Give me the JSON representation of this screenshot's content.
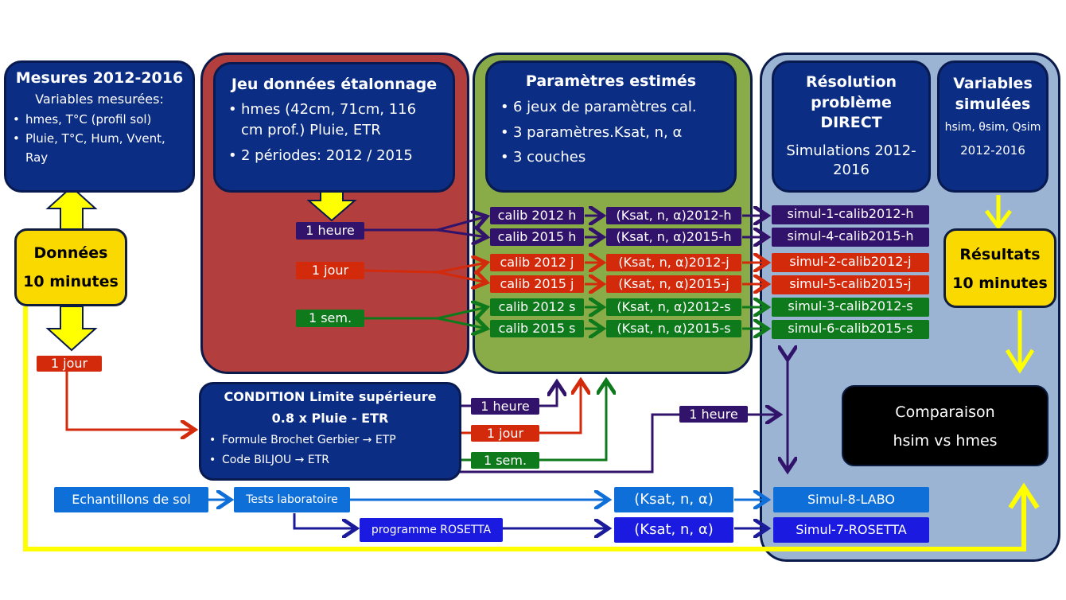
{
  "mesures": {
    "title": "Mesures 2012-2016",
    "subtitle": "Variables mesurées:",
    "bullets": [
      "hmes, T°C (profil sol)",
      "Pluie, T°C, Hum, Vvent, Ray"
    ]
  },
  "donnees": {
    "line1": "Données",
    "line2": "10 minutes"
  },
  "jour_label_left": "1 jour",
  "etalonnage": {
    "title": "Jeu  données étalonnage",
    "bullets": [
      "hmes (42cm, 71cm, 116 cm prof.) Pluie, ETR",
      "2 périodes: 2012 / 2015"
    ],
    "steps": [
      "1 heure",
      "1 jour",
      "1 sem."
    ]
  },
  "parametres": {
    "title": "Paramètres estimés",
    "bullets": [
      "6 jeux de paramètres cal.",
      "3 paramètres.Ksat, n, α",
      "3 couches"
    ],
    "calib": [
      "calib 2012 h",
      "calib 2015 h",
      "calib 2012 j",
      "calib 2015 j",
      "calib 2012 s",
      "calib 2015 s"
    ],
    "params": [
      "(Ksat, n, α)2012-h",
      "(Ksat, n, α)2015-h",
      "(Ksat, n, α)2012-j",
      "(Ksat, n, α)2015-j",
      "(Ksat, n, α)2012-s",
      "(Ksat, n, α)2015-s"
    ]
  },
  "resolution": {
    "title": "Résolution problème DIRECT",
    "subtitle": "Simulations 2012-2016",
    "simuls": [
      "simul-1-calib2012-h",
      "simul-4-calib2015-h",
      "simul-2-calib2012-j",
      "simul-5-calib2015-j",
      "simul-3-calib2012-s",
      "simul-6-calib2015-s"
    ],
    "lab_simuls": [
      "Simul-8-LABO",
      "Simul-7-ROSETTA"
    ]
  },
  "variables": {
    "title": "Variables simulées",
    "vars": "hsim, θsim, Qsim",
    "period": "2012-2016"
  },
  "resultats": {
    "line1": "Résultats",
    "line2": "10 minutes"
  },
  "comparaison": {
    "line1": "Comparaison",
    "line2": "hsim vs hmes"
  },
  "condition": {
    "title": "CONDITION Limite supérieure",
    "formula": "0.8 x Pluie - ETR",
    "bullets": [
      "Formule Brochet Gerbier → ETP",
      "Code BILJOU → ETR"
    ],
    "steps": [
      "1 heure",
      "1 jour",
      "1 sem."
    ],
    "heure_right": "1 heure"
  },
  "lab": {
    "echantillons": "Echantillons  de sol",
    "tests": "Tests laboratoire",
    "rosetta": "programme ROSETTA",
    "param_labo": "(Ksat, n, α)",
    "param_rosetta": "(Ksat, n, α)"
  },
  "colors": {
    "hour": "#32136b",
    "day": "#d42a0c",
    "week": "#0e7a1c",
    "lab": "#0f6fd9",
    "rosetta": "#1a1ae0",
    "data": "#ffff00"
  }
}
